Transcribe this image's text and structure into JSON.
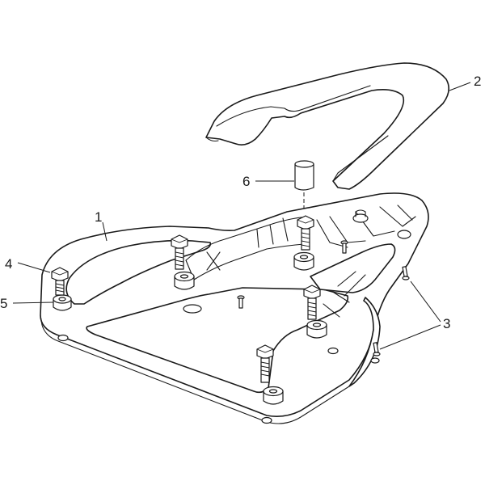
{
  "callouts": {
    "one": "1",
    "two": "2",
    "three": "3",
    "four": "4",
    "five": "5",
    "six": "6"
  },
  "colors": {
    "line": "#1a1a1a",
    "background": "#ffffff"
  }
}
